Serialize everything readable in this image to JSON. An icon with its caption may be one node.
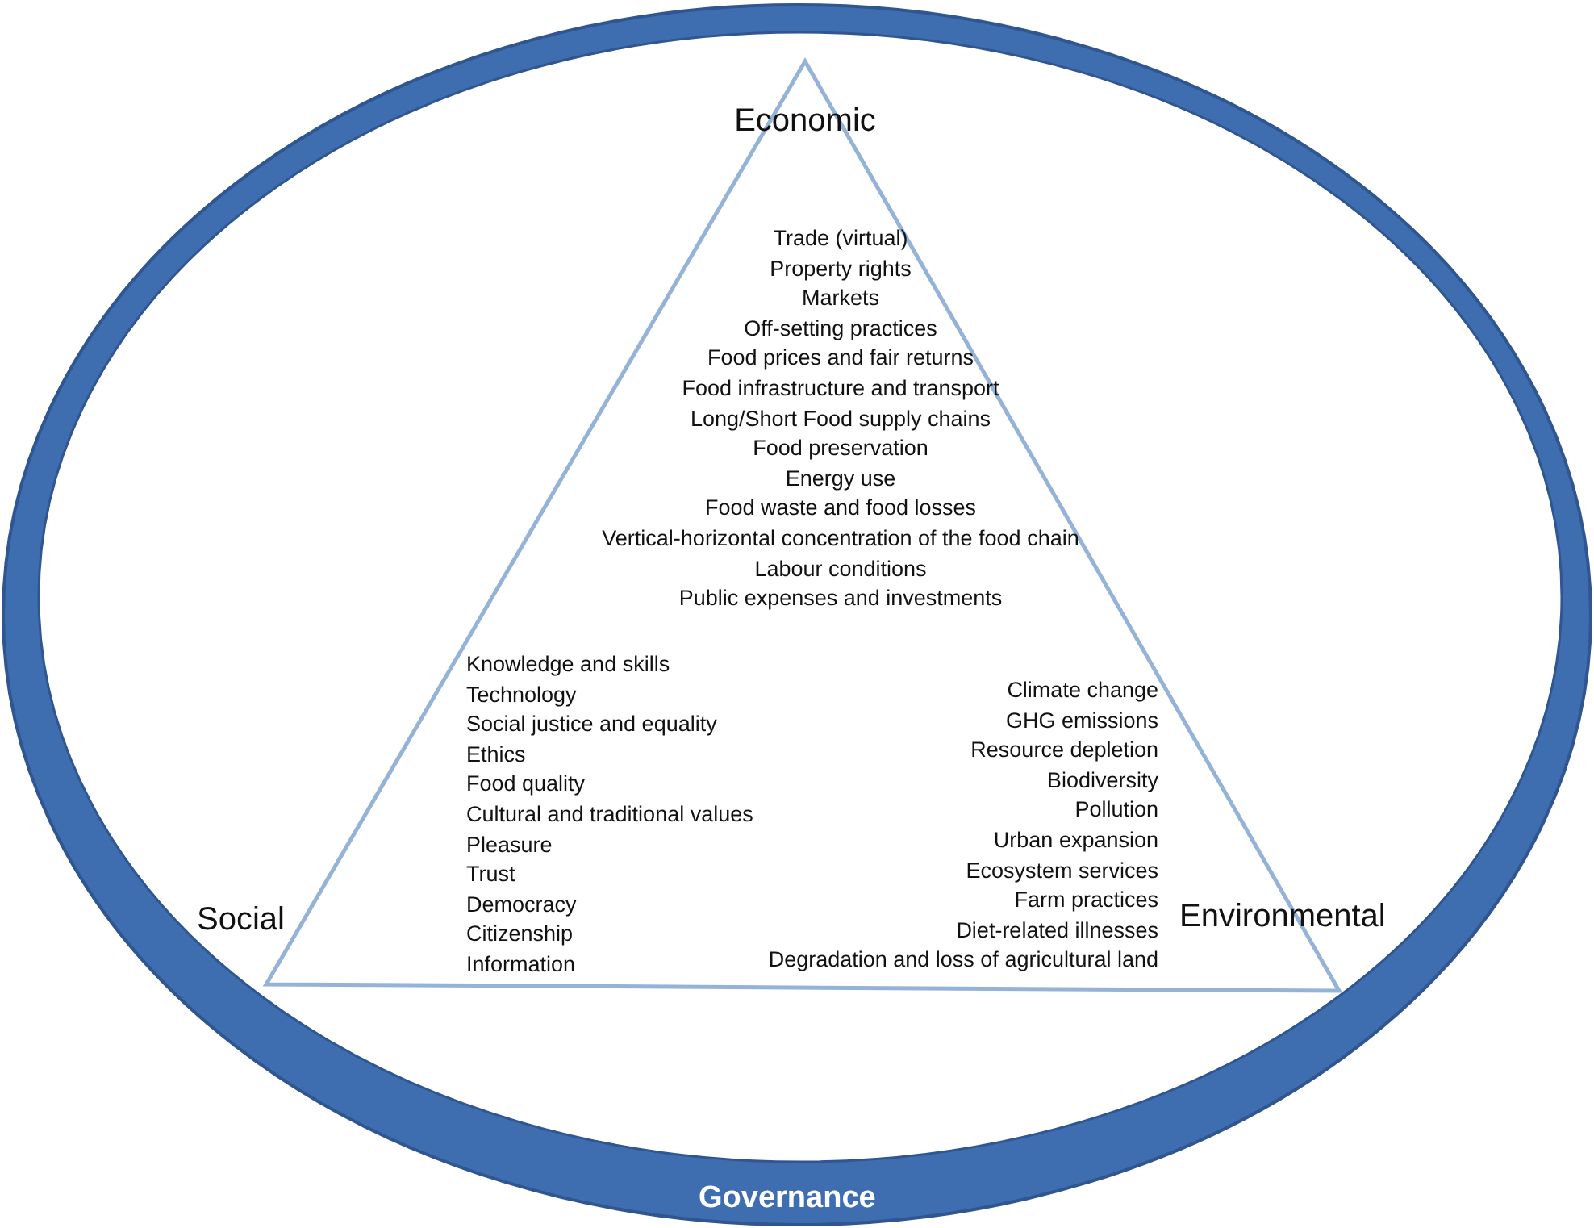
{
  "diagram": {
    "nodes": [
      {
        "text": [
          "Governance"
        ]
      },
      {
        "text": [],
        "shape": "triangle",
        "in": 0
      }
    ],
    "edges": [],
    "labels": [
      "Economic",
      "Trade (virtual)",
      "Property rights",
      "Markets",
      "Off-setting practices",
      "Food prices and fair returns",
      "Food infrastructure and transport",
      "Long/Short Food supply chains",
      "Food preservation",
      "Energy use",
      "Food waste and food losses",
      "Vertical-horizontal concentration of the food chain",
      "Labour conditions",
      "Public expenses and investments",
      "Knowledge and skills",
      "Technology",
      "Social justice and equality",
      "Ethics",
      "Food quality",
      "Cultural and traditional values",
      "Pleasure",
      "Trust",
      "Democracy",
      "Citizenship",
      "Information",
      "Climate change",
      "GHG emissions",
      "Resource depletion",
      "Biodiversity",
      "Pollution",
      "Urban expansion",
      "Ecosystem services",
      "Farm practices",
      "Diet-related illnesses",
      "Degradation and loss of agricultural land",
      "Social",
      "Environmental"
    ]
  }
}
